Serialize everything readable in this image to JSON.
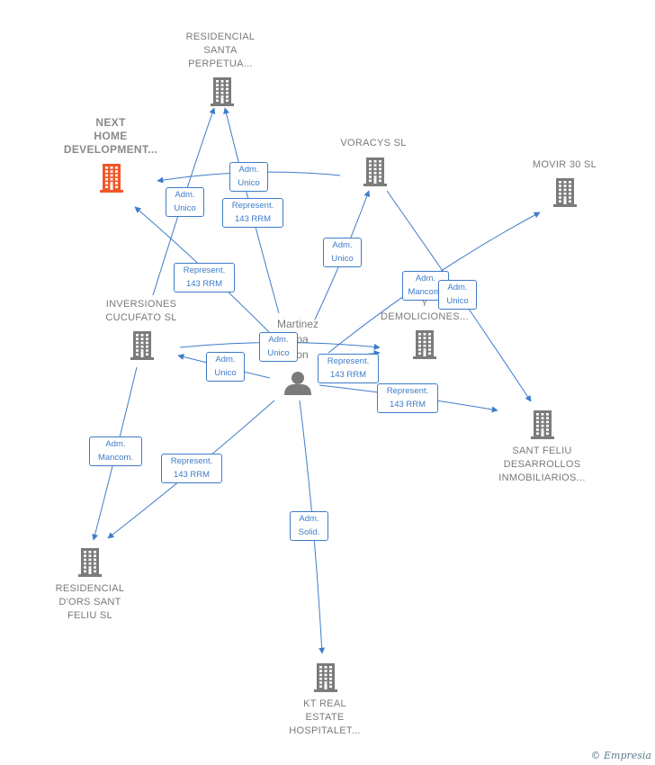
{
  "colors": {
    "edge": "#3d7cc9",
    "building": "#7b7b7b",
    "highlight": "#f0582a",
    "person": "#7b7b7b"
  },
  "nodes": {
    "residencial_santa": {
      "label": "RESIDENCIAL\nSANTA\nPERPETUA...",
      "icon": "building-icon"
    },
    "next_home": {
      "label": "NEXT\nHOME\nDEVELOPMENT...",
      "icon": "building-icon",
      "highlighted": true
    },
    "voracys": {
      "label": "VORACYS SL",
      "icon": "building-icon"
    },
    "movir": {
      "label": "MOVIR 30 SL",
      "icon": "building-icon"
    },
    "inversiones": {
      "label": "INVERSIONES\nCUCUFATO  SL",
      "icon": "building-icon"
    },
    "excavaciones": {
      "label": "EXC...\nY\nDEMOLICIONES...",
      "icon": "building-icon"
    },
    "sant_feliu": {
      "label": "SANT FELIU\nDESARROLLOS\nINMOBILIARIOS...",
      "icon": "building-icon"
    },
    "residencial_dors": {
      "label": "RESIDENCIAL\nD'ORS SANT\nFELIU  SL",
      "icon": "building-icon"
    },
    "kt_real": {
      "label": "KT REAL\nESTATE\nHOSPITALET...",
      "icon": "building-icon"
    }
  },
  "person": {
    "label": "Martinez\n...pa\n...on",
    "icon": "person-icon"
  },
  "edge_labels": [
    "Adm.\nUnico",
    "Adm.\nUnico",
    "Represent.\n143 RRM",
    "Represent.\n143 RRM",
    "Adm.\nUnico",
    "Adm.\nMancom.",
    "Adm.\nUnico",
    "Adm.\nUnico",
    "Adm.\nUnico",
    "Represent.\n143 RRM",
    "Represent.\n143 RRM",
    "Adm.\nMancom.",
    "Represent.\n143 RRM",
    "Adm.\nSolid."
  ],
  "brand": {
    "copyright": "©",
    "name": "Empresia"
  }
}
